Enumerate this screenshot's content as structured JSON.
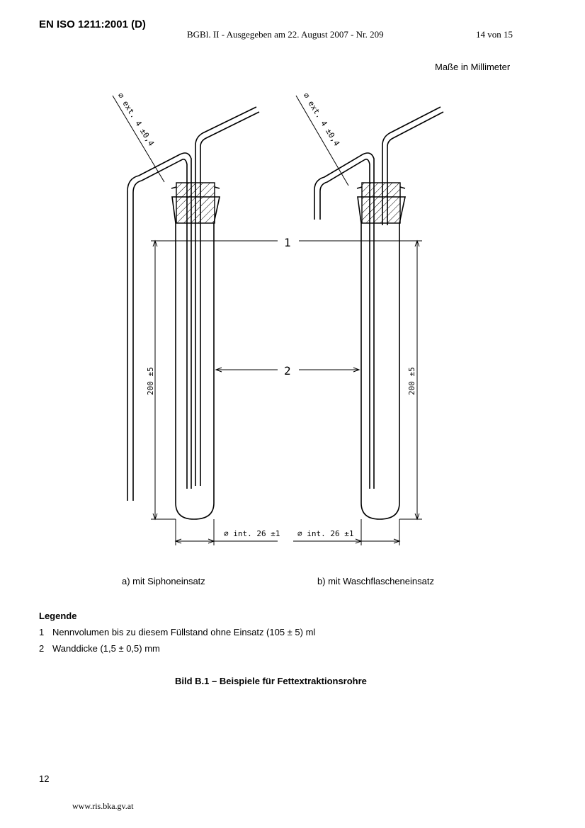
{
  "header": {
    "standard_id": "EN ISO 1211:2001 (D)",
    "gazette": "BGBl. II - Ausgegeben am 22. August 2007 - Nr. 209",
    "page_of": "14 von 15"
  },
  "units_note": "Maße in Millimeter",
  "figure": {
    "dim_ext_left": "⌀ ext. 4 ±0,4",
    "dim_ext_right": "⌀ ext. 4 ±0,4",
    "dim_height_left": "200 ±5",
    "dim_height_right": "200 ±5",
    "dim_int_left": "⌀ int. 26 ±1",
    "dim_int_right": "⌀ int. 26 ±1",
    "callout_1": "1",
    "callout_2": "2",
    "caption_a": "a) mit Siphoneinsatz",
    "caption_b": "b) mit Waschflascheneinsatz"
  },
  "legend": {
    "title": "Legende",
    "items": [
      {
        "num": "1",
        "text": "Nennvolumen bis zu diesem Füllstand ohne Einsatz (105 ± 5) ml"
      },
      {
        "num": "2",
        "text": "Wanddicke (1,5 ± 0,5) mm"
      }
    ]
  },
  "figure_caption": "Bild B.1 – Beispiele für Fettextraktionsrohre",
  "page_number": "12",
  "footer_url": "www.ris.bka.gv.at"
}
